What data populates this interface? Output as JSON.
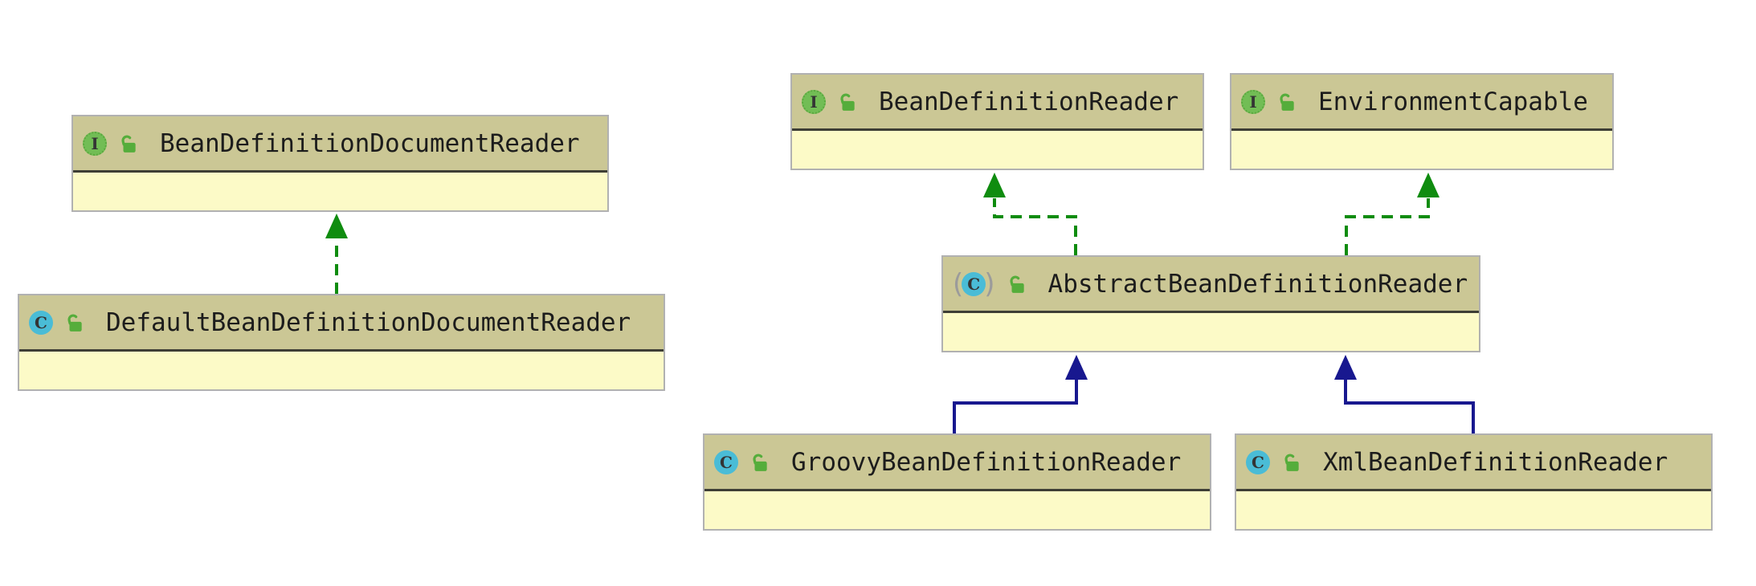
{
  "diagram": {
    "type": "uml-class-diagram",
    "classes": [
      {
        "name": "BeanDefinitionDocumentReader",
        "kind": "interface",
        "icon_letter": "I",
        "visibility": "public"
      },
      {
        "name": "DefaultBeanDefinitionDocumentReader",
        "kind": "class",
        "icon_letter": "C",
        "visibility": "public"
      },
      {
        "name": "BeanDefinitionReader",
        "kind": "interface",
        "icon_letter": "I",
        "visibility": "public"
      },
      {
        "name": "EnvironmentCapable",
        "kind": "interface",
        "icon_letter": "I",
        "visibility": "public"
      },
      {
        "name": "AbstractBeanDefinitionReader",
        "kind": "abstract-class",
        "icon_letter": "C",
        "abstract_paren_left": "(",
        "abstract_paren_right": ")",
        "visibility": "public"
      },
      {
        "name": "GroovyBeanDefinitionReader",
        "kind": "class",
        "icon_letter": "C",
        "visibility": "public"
      },
      {
        "name": "XmlBeanDefinitionReader",
        "kind": "class",
        "icon_letter": "C",
        "visibility": "public"
      }
    ],
    "relationships": [
      {
        "from": "DefaultBeanDefinitionDocumentReader",
        "to": "BeanDefinitionDocumentReader",
        "type": "implements"
      },
      {
        "from": "AbstractBeanDefinitionReader",
        "to": "BeanDefinitionReader",
        "type": "implements"
      },
      {
        "from": "AbstractBeanDefinitionReader",
        "to": "EnvironmentCapable",
        "type": "implements"
      },
      {
        "from": "GroovyBeanDefinitionReader",
        "to": "AbstractBeanDefinitionReader",
        "type": "extends"
      },
      {
        "from": "XmlBeanDefinitionReader",
        "to": "AbstractBeanDefinitionReader",
        "type": "extends"
      }
    ],
    "colors": {
      "box_header_bg": "#cbc795",
      "box_body_bg": "#fcfac7",
      "box_border": "#b1b1b1",
      "header_separator": "#3e3e35",
      "implements_edge": "#0f8c0f",
      "extends_edge": "#18188f",
      "interface_icon_bg": "#72bd55",
      "class_icon_bg": "#4abcd6",
      "lock_icon": "#55ad3b",
      "title_text": "#1c1c1c"
    }
  }
}
